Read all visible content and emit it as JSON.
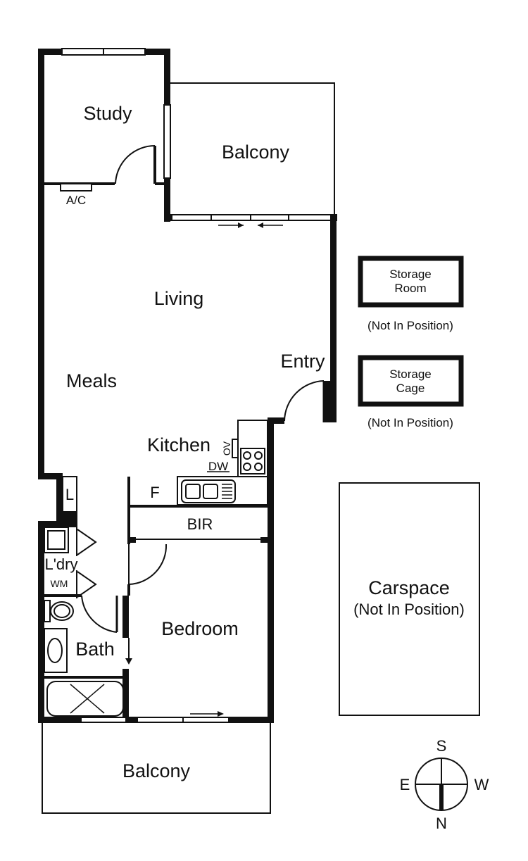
{
  "rooms": {
    "study": "Study",
    "balcony_top": "Balcony",
    "ac": "A/C",
    "living": "Living",
    "meals": "Meals",
    "entry": "Entry",
    "kitchen": "Kitchen",
    "ov": "OV",
    "dw": "DW",
    "fridge": "F",
    "linen": "L",
    "bir": "BIR",
    "laundry": "L'dry",
    "wm": "WM",
    "bath": "Bath",
    "bedroom": "Bedroom",
    "balcony_bottom": "Balcony"
  },
  "extras": {
    "storage_room": {
      "line1": "Storage",
      "line2": "Room",
      "note": "(Not In Position)"
    },
    "storage_cage": {
      "line1": "Storage",
      "line2": "Cage",
      "note": "(Not In Position)"
    },
    "carspace": {
      "title": "Carspace",
      "note": "(Not In Position)"
    }
  },
  "compass": {
    "top": "S",
    "left": "E",
    "right": "W",
    "bottom": "N"
  }
}
